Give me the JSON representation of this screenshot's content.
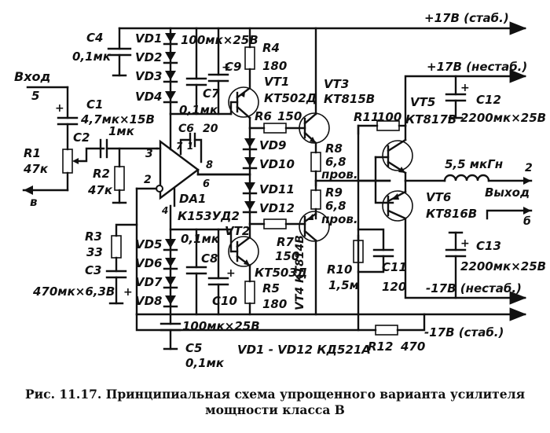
{
  "rails": {
    "pos_stab": "+17В (стаб.)",
    "pos_unstab": "+17В (нестаб.)",
    "neg_unstab": "-17В (нестаб.)",
    "neg_stab": "-17В (стаб.)"
  },
  "io": {
    "input_label": "Вход",
    "input_pin_signal": "5",
    "input_pin_ground": "в",
    "output_label": "Выход",
    "output_pin_signal": "2",
    "output_pin_ground": "б"
  },
  "parts": {
    "c1_name": "C1",
    "c1_value": "4,7мк×15В",
    "c2_name": "C2",
    "c2_value": "1мк",
    "r1_name": "R1",
    "r1_value": "47к",
    "r2_name": "R2",
    "r2_value": "47к",
    "r3_name": "R3",
    "r3_value": "33",
    "c3_name": "C3",
    "c3_value": "470мк×6,3В",
    "c4_name": "C4",
    "c4_value": "0,1мк",
    "c5_name": "C5",
    "c5_value": "0,1мк",
    "c6_name": "C6",
    "c6_value": "20",
    "c7_name": "C7",
    "c7_value": "0,1мк",
    "c8_name": "C8",
    "c8_value": "0,1мк",
    "c9_name": "C9",
    "c10_name": "C10",
    "cap_pos_value": "100мк×25В",
    "cap_neg_value": "100мк×25В",
    "r4_name": "R4",
    "r4_value": "180",
    "r5_name": "R5",
    "r5_value": "180",
    "r6_name": "R6",
    "r6_value": "150",
    "r7_name": "R7",
    "r7_value": "150",
    "r8_name": "R8",
    "r8_value": "6,8",
    "r8_note": "пров.",
    "r9_name": "R9",
    "r9_value": "6,8",
    "r9_note": "пров.",
    "r10_name": "R10",
    "r10_value": "1,5м",
    "r11_name": "R11",
    "r11_value": "100",
    "r12_name": "R12",
    "r12_value": "470",
    "c11_name": "C11",
    "c11_value": "120",
    "c12_name": "C12",
    "c12_value": "2200мк×25В",
    "c13_name": "C13",
    "c13_value": "2200мк×25В",
    "l_value": "5,5 мкГн",
    "vt1_name": "VT1",
    "vt1_type": "КТ502Д",
    "vt2_name": "VT2",
    "vt2_type": "КТ503Д",
    "vt3_name": "VT3",
    "vt3_type": "КТ815В",
    "vt4_label": "VT4 КТ814В",
    "vt5_name": "VT5",
    "vt5_type": "КТ817В",
    "vt6_name": "VT6",
    "vt6_type": "КТ816В",
    "da1_name": "DA1",
    "da1_type": "К153УД2",
    "diode_note": "VD1 - VD12  КД521А"
  },
  "diodes": {
    "top": [
      "VD1",
      "VD2",
      "VD3",
      "VD4"
    ],
    "bottom": [
      "VD5",
      "VD6",
      "VD7",
      "VD8"
    ],
    "chain": [
      "VD9",
      "VD10",
      "VD11",
      "VD12"
    ]
  },
  "pins": {
    "p1": "1",
    "p2": "2",
    "p3": "3",
    "p4": "4",
    "p6": "6",
    "p7": "7",
    "p8": "8"
  },
  "caption": {
    "line1": "Рис. 11.17. Принципиальная схема упрощенного варианта усилителя",
    "line2": "мощности класса В"
  }
}
